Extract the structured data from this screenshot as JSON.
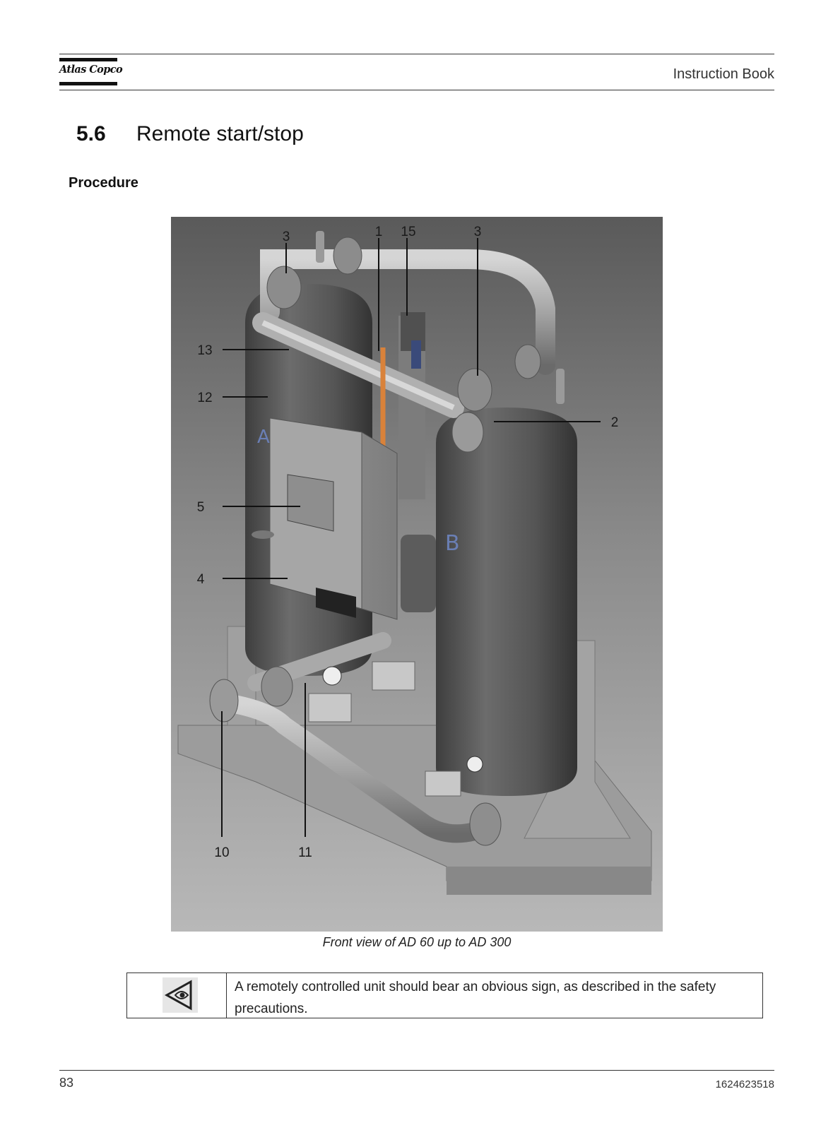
{
  "header": {
    "logo_text": "Atlas Copco",
    "document_title": "Instruction Book"
  },
  "section": {
    "number": "5.6",
    "title": "Remote start/stop",
    "subheading": "Procedure"
  },
  "figure": {
    "callouts": [
      "3",
      "1",
      "15",
      "3",
      "13",
      "12",
      "2",
      "5",
      "4",
      "10",
      "11"
    ],
    "vessel_labels": [
      "A",
      "B"
    ],
    "caption": "Front view of AD 60 up to AD 300"
  },
  "note": {
    "icon": "eye-warning-icon",
    "text": "A remotely controlled unit should bear an obvious sign, as described in the safety precautions."
  },
  "footer": {
    "page_number": "83",
    "document_number": "1624623518"
  }
}
